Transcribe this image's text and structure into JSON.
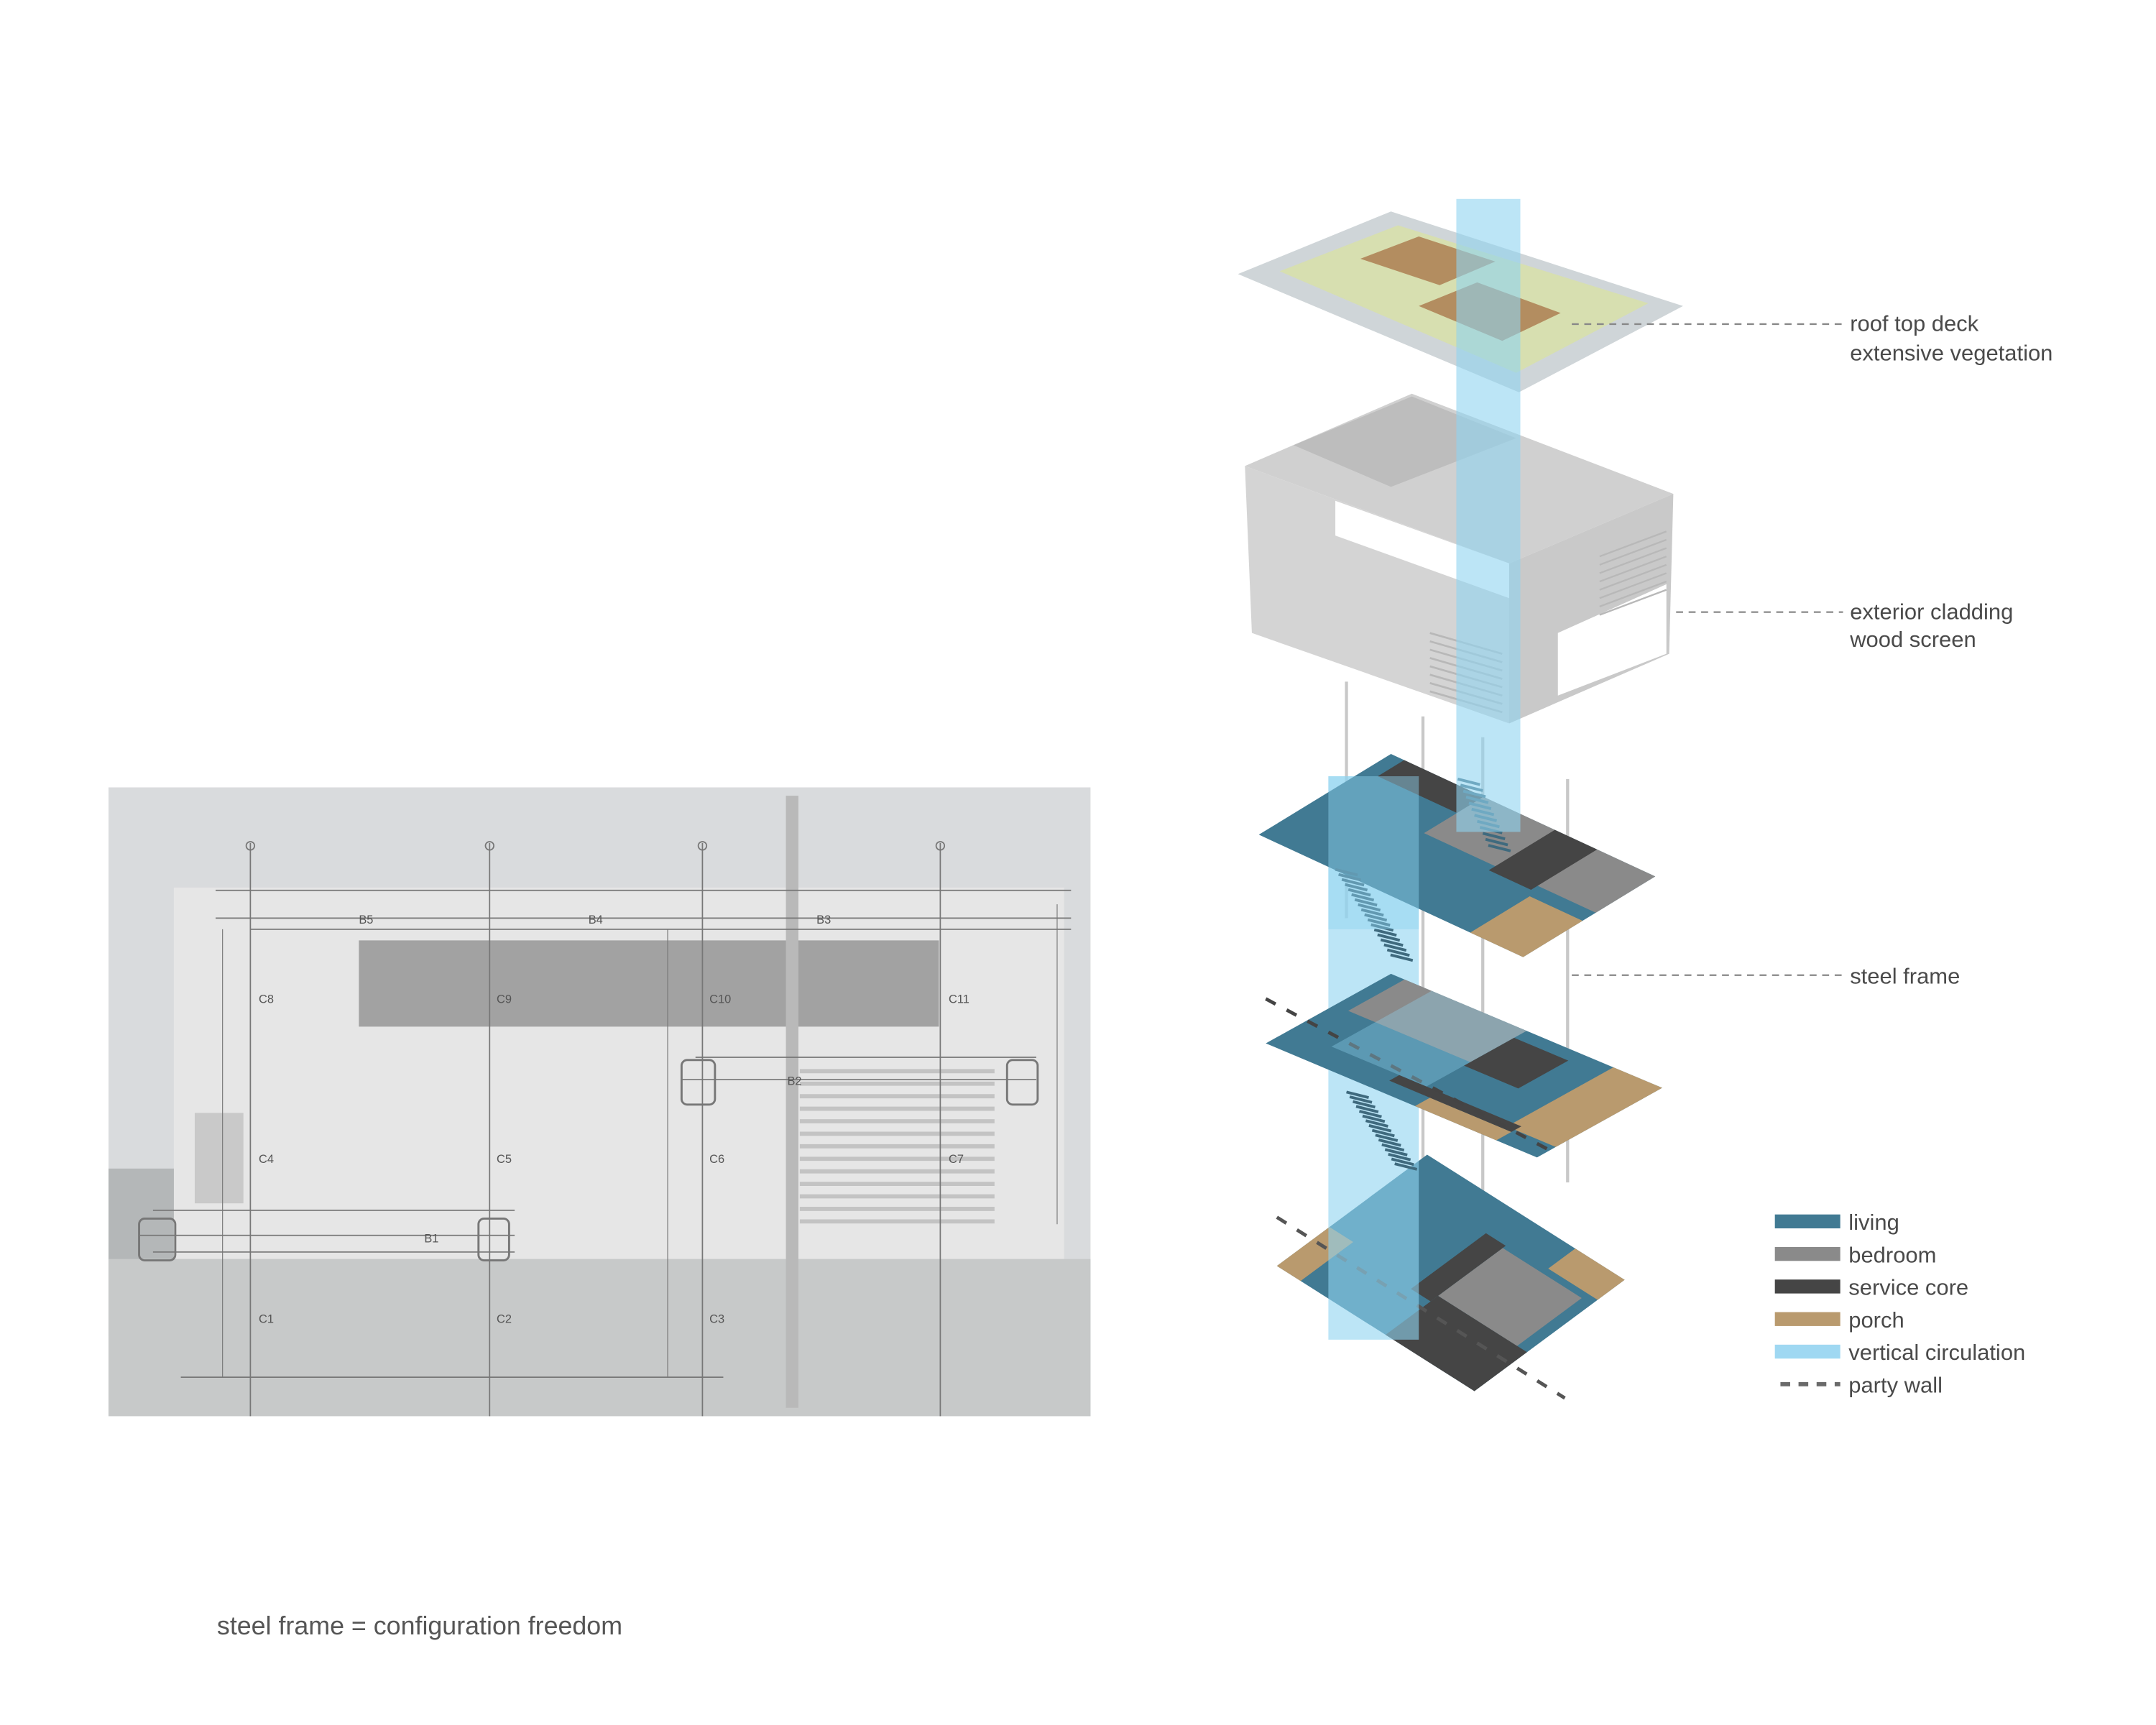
{
  "caption": "steel frame = configuration freedom",
  "callouts": {
    "roof": {
      "line1": "roof top deck",
      "line2": "extensive vegetation"
    },
    "cladding": {
      "line1": "exterior cladding",
      "line2": "wood screen"
    },
    "frame": {
      "line1": "steel frame"
    }
  },
  "legend": [
    {
      "label": "living",
      "color": "#417a93",
      "kind": "bar"
    },
    {
      "label": "bedroom",
      "color": "#8a8a8a",
      "kind": "bar"
    },
    {
      "label": "service core",
      "color": "#454545",
      "kind": "bar"
    },
    {
      "label": "porch",
      "color": "#b99a6e",
      "kind": "bar"
    },
    {
      "label": "vertical circulation",
      "color": "#9fd8f2",
      "kind": "bar"
    },
    {
      "label": "party wall",
      "color": "#6a6a6a",
      "kind": "dash"
    }
  ],
  "colors": {
    "roof_frame": "#cfd5d8",
    "vegetation": "#d7dfb0",
    "deck": "#b38d60",
    "cladding": "#d0d0d0",
    "shaft": "#8fd3f0"
  },
  "photo_labels": {
    "beams": [
      "B5",
      "B4",
      "B3",
      "B2",
      "B1"
    ],
    "columns": [
      "C8",
      "C9",
      "C10",
      "C11",
      "C4",
      "C5",
      "C6",
      "C7",
      "C1",
      "C2",
      "C3"
    ]
  }
}
